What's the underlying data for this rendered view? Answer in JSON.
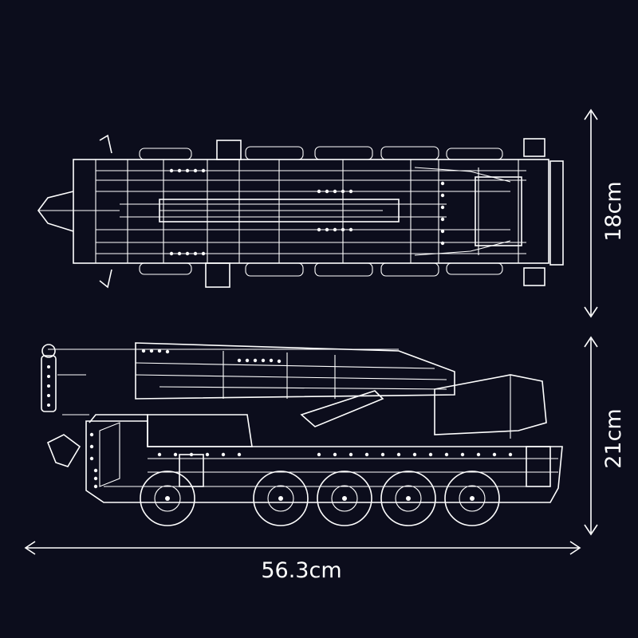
{
  "background_color": "#0c0d1c",
  "line_color": "#ffffff",
  "dimensions": {
    "width_label": "18cm",
    "height_label": "21cm",
    "length_label": "56.3cm"
  },
  "views": [
    "top-view-drawing",
    "side-view-drawing"
  ]
}
